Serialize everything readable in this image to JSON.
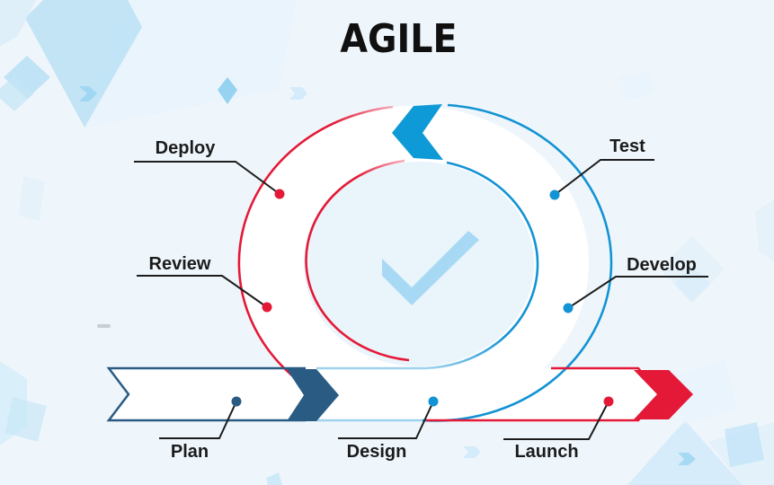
{
  "title": "AGILE",
  "diagram": {
    "type": "agile-loop",
    "stages": [
      {
        "label": "Deploy",
        "marker_color": "#e41937"
      },
      {
        "label": "Test",
        "marker_color": "#1293d4"
      },
      {
        "label": "Review",
        "marker_color": "#e41937"
      },
      {
        "label": "Develop",
        "marker_color": "#1293d4"
      },
      {
        "label": "Plan",
        "marker_color": "#2a5b83"
      },
      {
        "label": "Design",
        "marker_color": "#1293d4"
      },
      {
        "label": "Launch",
        "marker_color": "#e41937"
      }
    ]
  },
  "icons": [
    "check-icon",
    "chevron-left-icon",
    "chevron-right-icon",
    "arrow-band"
  ],
  "colors": {
    "red": "#e41937",
    "blue": "#1293d4",
    "navy": "#2a5b83",
    "light_blue_line": "#9fd2ee",
    "check_light_blue": "#a7d9f4",
    "background": "#eff6fb",
    "text": "#1b1b1b"
  }
}
